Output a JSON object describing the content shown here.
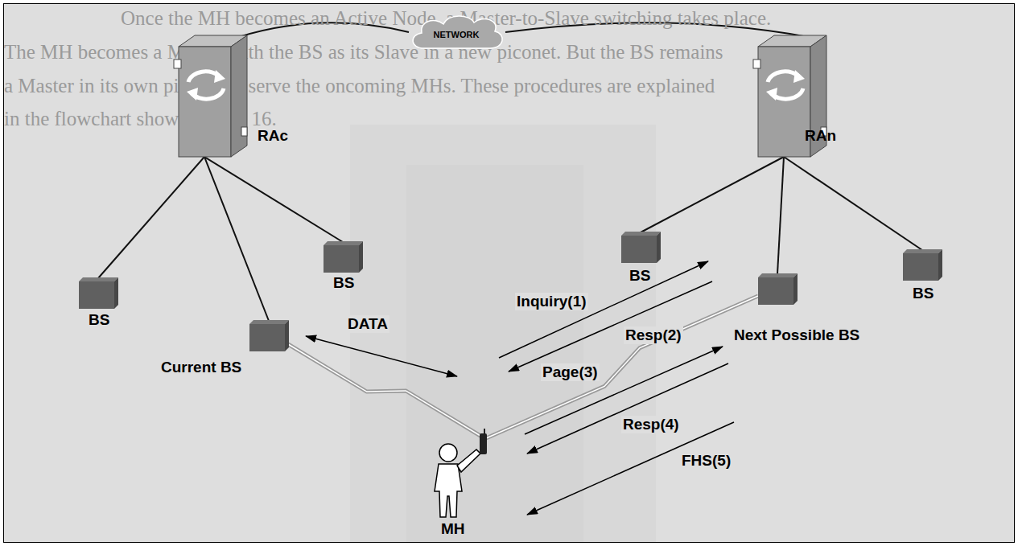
{
  "diagram": {
    "nodes": [
      {
        "text": [
          "NETWORK"
        ]
      },
      {
        "text": [
          "RAc"
        ]
      },
      {
        "text": [
          "RAn"
        ]
      },
      {
        "text": [
          "BS"
        ]
      },
      {
        "text": [
          "BS"
        ]
      },
      {
        "text": [
          "Current BS"
        ]
      },
      {
        "text": [
          "BS"
        ]
      },
      {
        "text": [
          "Next Possible BS"
        ]
      },
      {
        "text": [
          "BS"
        ]
      },
      {
        "text": [
          "MH"
        ]
      }
    ],
    "edges": [
      {
        "from": 0,
        "to": 1,
        "arrow": "none"
      },
      {
        "from": 0,
        "to": 2,
        "arrow": "none"
      },
      {
        "from": 1,
        "to": 3,
        "arrow": "none"
      },
      {
        "from": 1,
        "to": 4,
        "arrow": "none"
      },
      {
        "from": 1,
        "to": 5,
        "arrow": "none"
      },
      {
        "from": 2,
        "to": 6,
        "arrow": "none"
      },
      {
        "from": 2,
        "to": 7,
        "arrow": "none"
      },
      {
        "from": 2,
        "to": 8,
        "arrow": "none"
      },
      {
        "from": 5,
        "to": 9,
        "label": "DATA",
        "arrow": "both"
      },
      {
        "from": 5,
        "to": 9,
        "arrow": "none"
      },
      {
        "from": 7,
        "to": 9,
        "arrow": "none"
      },
      {
        "from": 9,
        "to": 7,
        "label": "Inquiry(1)",
        "arrow": "to"
      },
      {
        "from": 7,
        "to": 9,
        "label": "Resp(2)",
        "arrow": "to"
      },
      {
        "from": 9,
        "to": 7,
        "label": "Page(3)",
        "arrow": "to"
      },
      {
        "from": 7,
        "to": 9,
        "label": "Resp(4)",
        "arrow": "to"
      },
      {
        "from": 7,
        "to": 9,
        "label": "FHS(5)",
        "arrow": "to"
      }
    ],
    "labels": [
      "Once the MH becomes an Active Node, a Master-to-Slave switching takes place.",
      "The MH becomes a Master with the BS as its Slave in a new piconet. But the BS remains",
      "a Master in its own piconet to serve the oncoming MHs. These procedures are explained",
      "in the flowchart shown in Fig. 16."
    ]
  }
}
